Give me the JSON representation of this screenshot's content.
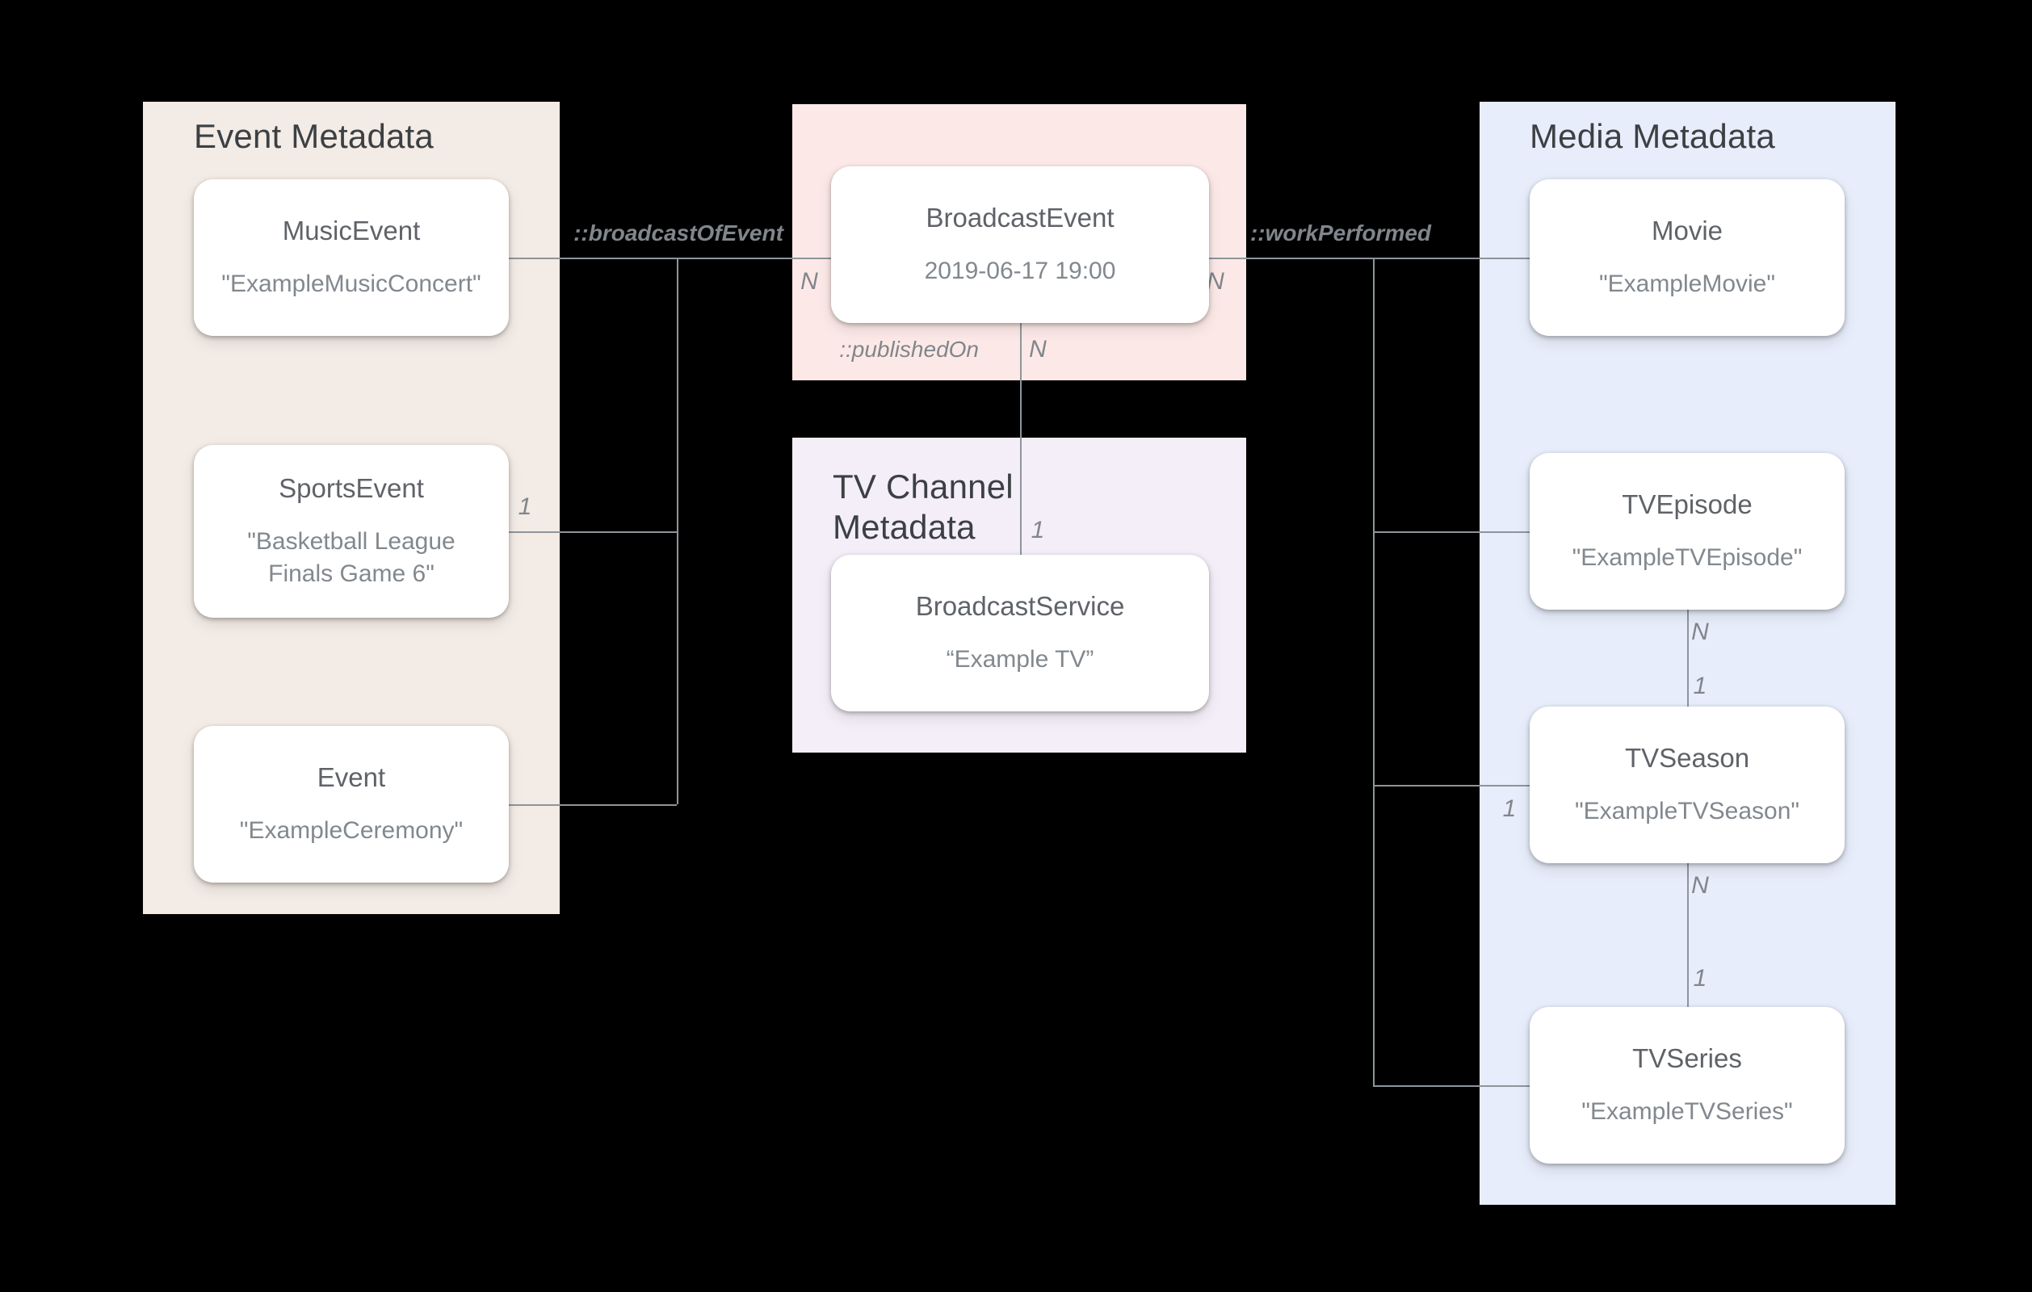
{
  "colors": {
    "background": "#000000",
    "panel_event": "#f3ebe5",
    "panel_broadcast": "#fce9e7",
    "panel_tv_channel": "#f4eef8",
    "panel_media": "#e7edfa",
    "card": "#ffffff",
    "connector": "#8e959b",
    "panel_title_text": "#3c4043",
    "card_title_text": "#5f6368",
    "card_subtitle_text": "#82888e",
    "annotation_text": "#80868b"
  },
  "panels": {
    "event_metadata": {
      "title": "Event Metadata"
    },
    "tv_channel_metadata": {
      "title": "TV Channel Metadata"
    },
    "media_metadata": {
      "title": "Media Metadata"
    }
  },
  "cards": {
    "music_event": {
      "title": "MusicEvent",
      "subtitle": "\"ExampleMusicConcert\""
    },
    "sports_event": {
      "title": "SportsEvent",
      "subtitle": "\"Basketball League Finals Game 6\""
    },
    "event": {
      "title": "Event",
      "subtitle": "\"ExampleCeremony\""
    },
    "broadcast_event": {
      "title": "BroadcastEvent",
      "subtitle": "2019-06-17 19:00"
    },
    "broadcast_service": {
      "title": "BroadcastService",
      "subtitle": "“Example TV”"
    },
    "movie": {
      "title": "Movie",
      "subtitle": "\"ExampleMovie\""
    },
    "tv_episode": {
      "title": "TVEpisode",
      "subtitle": "\"ExampleTVEpisode\""
    },
    "tv_season": {
      "title": "TVSeason",
      "subtitle": "\"ExampleTVSeason\""
    },
    "tv_series": {
      "title": "TVSeries",
      "subtitle": "\"ExampleTVSeries\""
    }
  },
  "relations": {
    "broadcast_of_event": "::broadcastOfEvent",
    "published_on": "::publishedOn",
    "work_performed": "::workPerformed"
  },
  "cardinalities": {
    "broadcast_event_left_n": "N",
    "sports_event_one": "1",
    "published_on_n": "N",
    "published_on_one": "1",
    "work_performed_n": "N",
    "episode_to_season_n": "N",
    "episode_to_season_one": "1",
    "season_left_one": "1",
    "season_to_series_n": "N",
    "season_to_series_one": "1"
  }
}
